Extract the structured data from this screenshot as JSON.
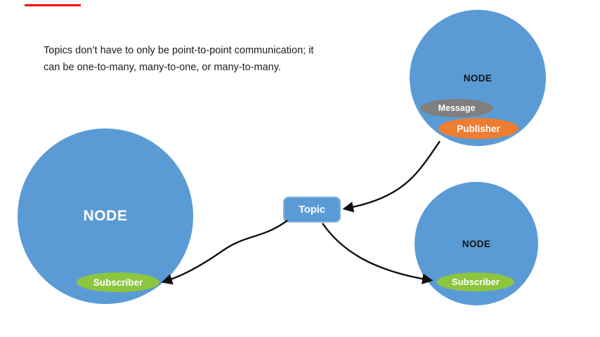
{
  "caption": {
    "lines": [
      "Topics don’t have to only be point-to-point communication; it",
      "can be one-to-many, many-to-one, or many-to-many."
    ]
  },
  "topic": {
    "label": "Topic"
  },
  "nodes": {
    "left": {
      "label": "NODE",
      "subscriber": "Subscriber"
    },
    "top_right": {
      "label": "NODE",
      "message": "Message",
      "publisher": "Publisher"
    },
    "bottom_right": {
      "label": "NODE",
      "subscriber": "Subscriber"
    }
  },
  "colors": {
    "node_blue": "#5b9bd5",
    "publisher_orange": "#ed7d31",
    "message_gray": "#7f7f7f",
    "subscriber_green": "#8cc63f",
    "arrow_black": "#111111",
    "accent_red": "#ff0000"
  }
}
